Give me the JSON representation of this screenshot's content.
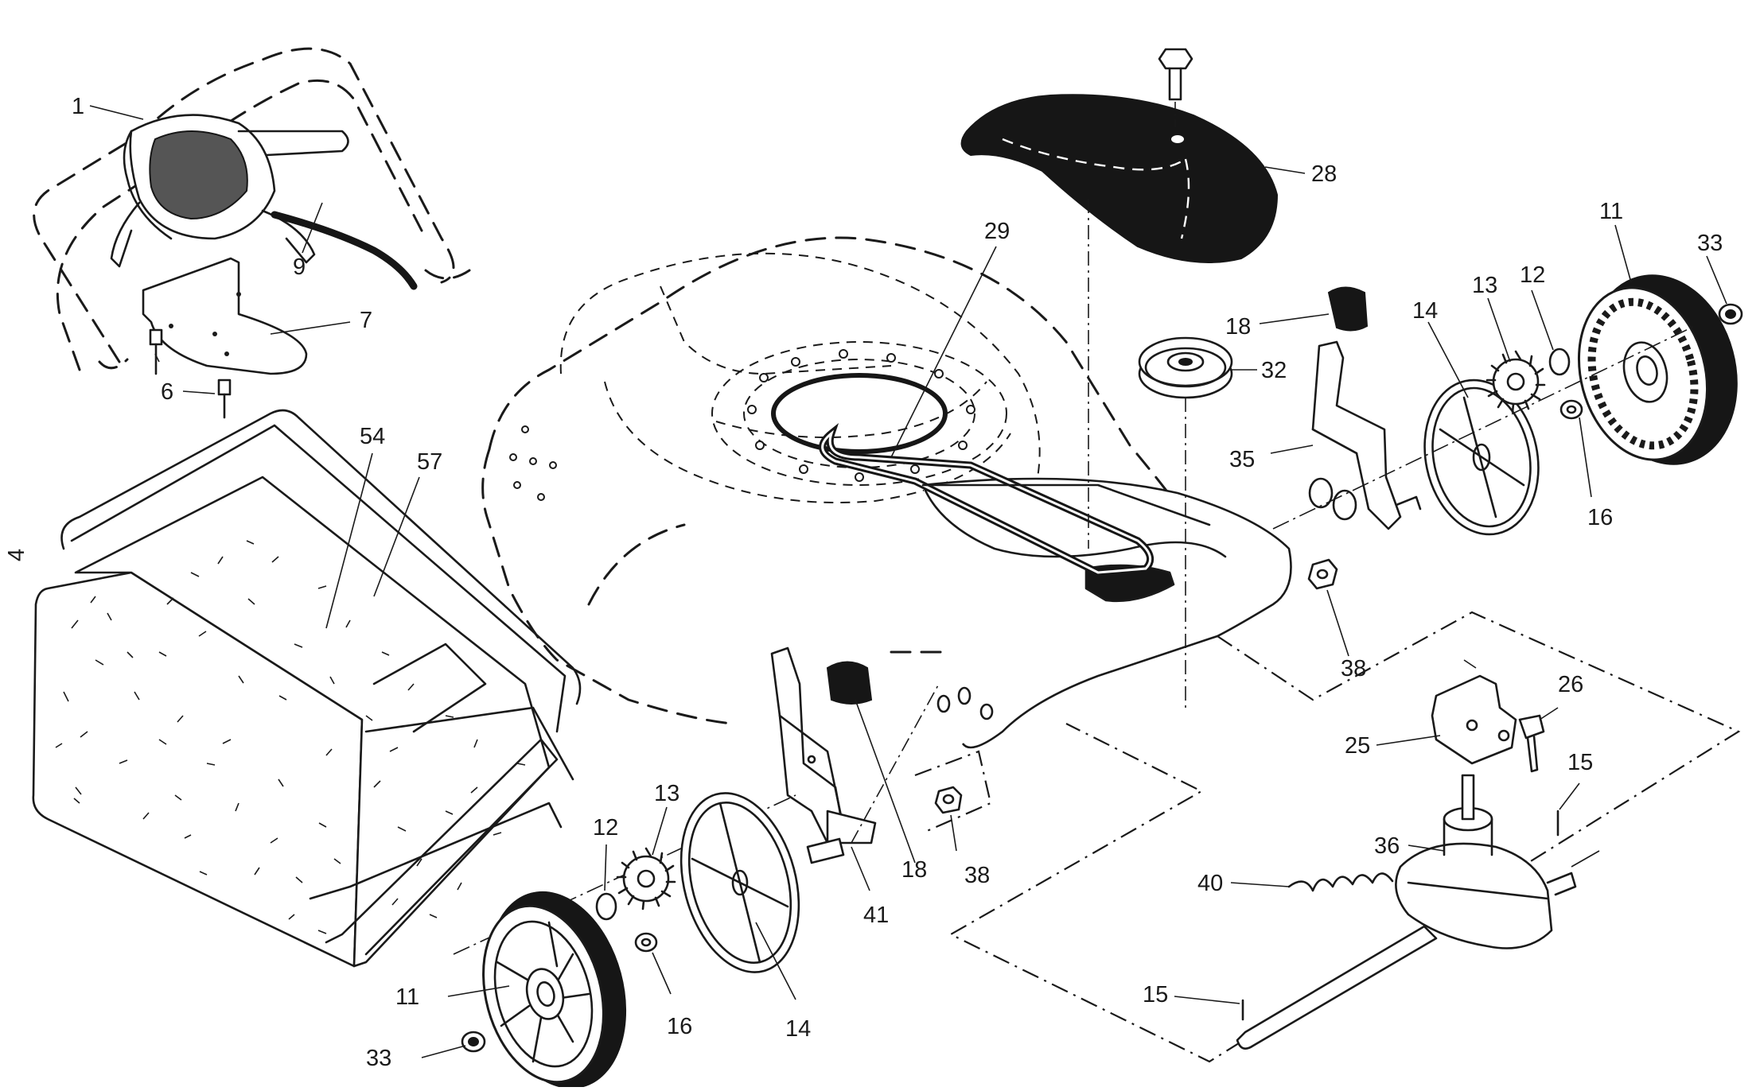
{
  "figure": {
    "page_marker": "4",
    "callouts": [
      {
        "id": "c1",
        "text": "1"
      },
      {
        "id": "c9",
        "text": "9"
      },
      {
        "id": "c7",
        "text": "7"
      },
      {
        "id": "c6",
        "text": "6"
      },
      {
        "id": "c54",
        "text": "54"
      },
      {
        "id": "c57",
        "text": "57"
      },
      {
        "id": "c29",
        "text": "29"
      },
      {
        "id": "c28",
        "text": "28"
      },
      {
        "id": "c18a",
        "text": "18"
      },
      {
        "id": "c32",
        "text": "32"
      },
      {
        "id": "c35",
        "text": "35"
      },
      {
        "id": "c14a",
        "text": "14"
      },
      {
        "id": "c13a",
        "text": "13"
      },
      {
        "id": "c12a",
        "text": "12"
      },
      {
        "id": "c11a",
        "text": "11"
      },
      {
        "id": "c33a",
        "text": "33"
      },
      {
        "id": "c16a",
        "text": "16"
      },
      {
        "id": "c38a",
        "text": "38"
      },
      {
        "id": "c26",
        "text": "26"
      },
      {
        "id": "c25",
        "text": "25"
      },
      {
        "id": "c15a",
        "text": "15"
      },
      {
        "id": "c36",
        "text": "36"
      },
      {
        "id": "c40",
        "text": "40"
      },
      {
        "id": "c15b",
        "text": "15"
      },
      {
        "id": "c13b",
        "text": "13"
      },
      {
        "id": "c12b",
        "text": "12"
      },
      {
        "id": "c18b",
        "text": "18"
      },
      {
        "id": "c38b",
        "text": "38"
      },
      {
        "id": "c41",
        "text": "41"
      },
      {
        "id": "c11b",
        "text": "11"
      },
      {
        "id": "c16b",
        "text": "16"
      },
      {
        "id": "c14b",
        "text": "14"
      },
      {
        "id": "c33b",
        "text": "33"
      }
    ]
  }
}
